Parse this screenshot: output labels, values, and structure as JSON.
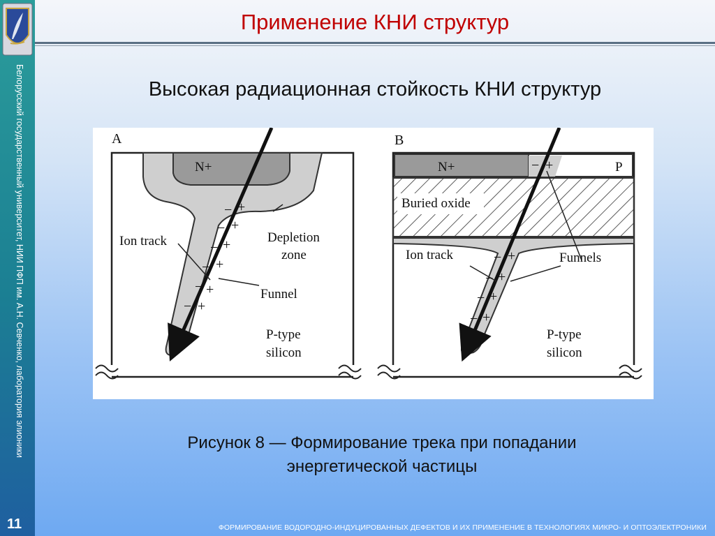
{
  "slide": {
    "title": "Применение КНИ структур",
    "subtitle": "Высокая радиационная стойкость КНИ структур",
    "caption_line1": "Рисунок 8 — Формирование трека при попадании",
    "caption_line2": "энергетической частицы",
    "page_number": "11",
    "footer": "ФОРМИРОВАНИЕ ВОДОРОДНО-ИНДУЦИРОВАННЫХ ДЕФЕКТОВ И ИХ ПРИМЕНЕНИЕ В ТЕХНОЛОГИЯХ МИКРО- И ОПТОЭЛЕКТРОНИКИ",
    "sidebar_text": "Белорусский государственный университет, НИИ ПФП им. А.Н. Севченко, лаборатория элионики"
  },
  "figure": {
    "panel_a": {
      "letter": "A",
      "n_plus": "N+",
      "ion_track": "Ion track",
      "depletion_line1": "Depletion",
      "depletion_line2": "zone",
      "funnel": "Funnel",
      "ptype_line1": "P-type",
      "ptype_line2": "silicon"
    },
    "panel_b": {
      "letter": "B",
      "n_plus": "N+",
      "p": "P",
      "buried_oxide": "Buried oxide",
      "ion_track": "Ion track",
      "funnels": "Funnels",
      "ptype_line1": "P-type",
      "ptype_line2": "silicon"
    },
    "charge_minus": "−",
    "charge_plus": "+"
  },
  "colors": {
    "title": "#c00000",
    "sidebar": "#1b7f93",
    "depletion_fill": "#cfcfcf",
    "n_plus_fill": "#9a9a9a"
  },
  "icons": {
    "logo": "university-crest-icon"
  }
}
